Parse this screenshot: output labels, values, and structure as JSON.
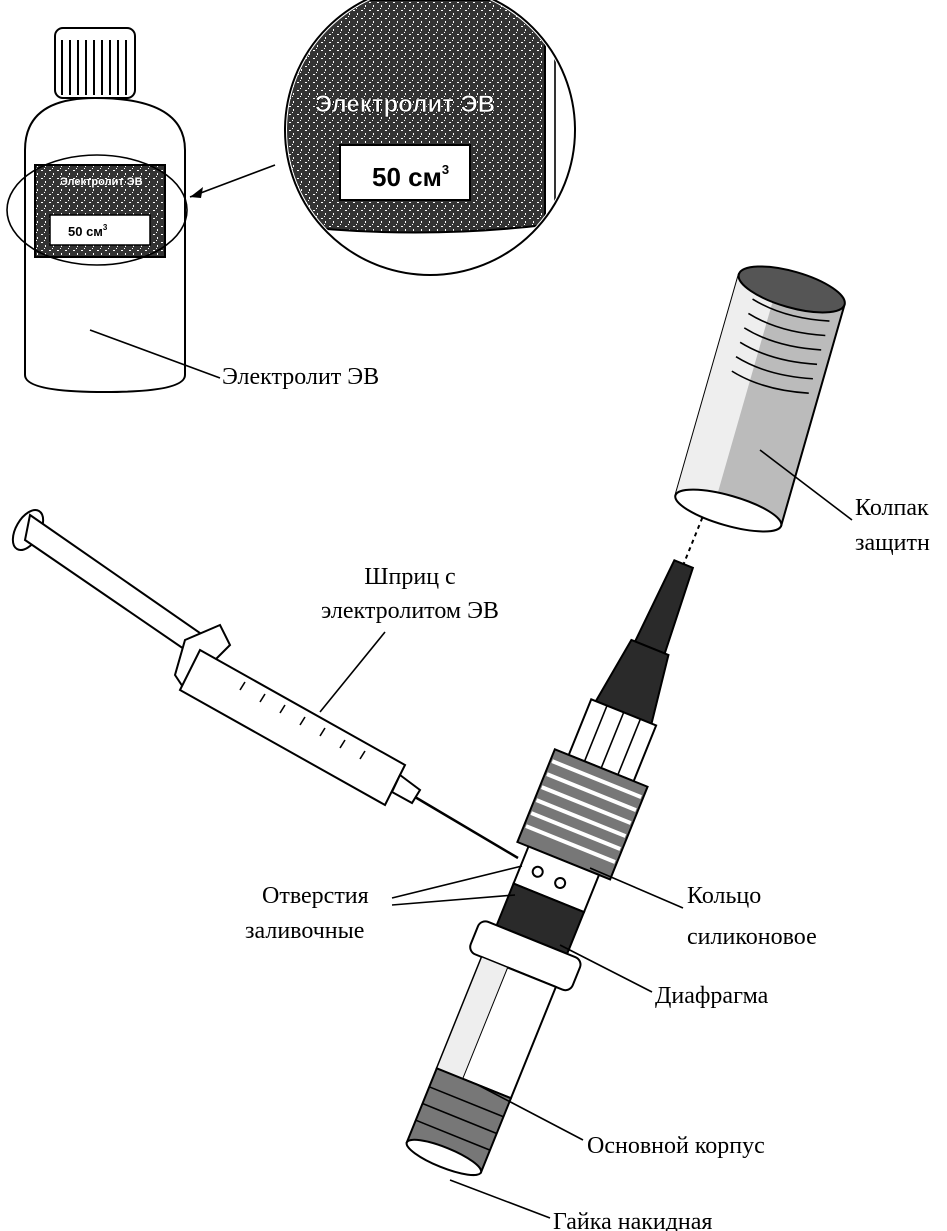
{
  "bottle": {
    "label_title": "Электролит ЭВ",
    "volume": "50 см",
    "volume_superscript": "3",
    "caption": "Электролит ЭВ"
  },
  "magnified": {
    "label_title": "Электролит ЭВ",
    "volume": "50 см",
    "volume_superscript": "3"
  },
  "labels": {
    "cap_line1": "Колпак",
    "cap_line2": "защитн",
    "syringe_line1": "Шприц с",
    "syringe_line2": "электролитом ЭВ",
    "holes_line1": "Отверстия",
    "holes_line2": "заливочные",
    "ring_line1": "Кольцо",
    "ring_line2": "силиконовое",
    "diaphragm": "Диафрагма",
    "body": "Основной корпус",
    "nut": "Гайка накидная"
  }
}
